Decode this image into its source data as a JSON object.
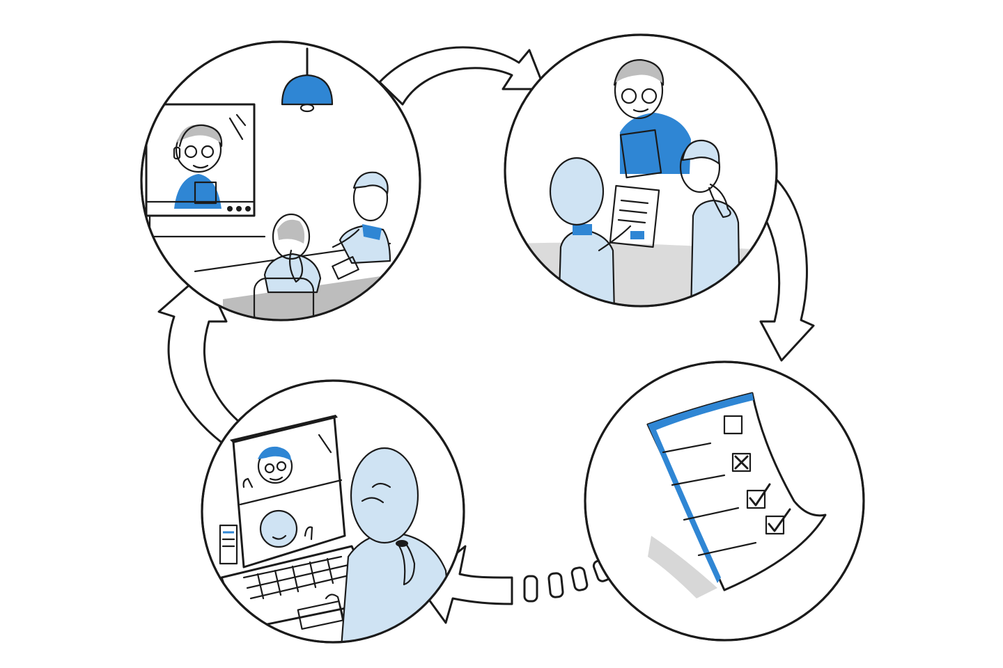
{
  "colors": {
    "accent": "#2f86d4",
    "light_blue": "#cfe3f3",
    "grey": "#bdbdbd",
    "ink": "#1b1b1b"
  },
  "scenes": [
    {
      "id": "video-meeting-room",
      "icon": "conference-room-video-call-scene"
    },
    {
      "id": "group-reviewing-documents",
      "icon": "team-discussion-scene"
    },
    {
      "id": "checklist",
      "icon": "checklist-document-icon"
    },
    {
      "id": "laptop-video-call",
      "icon": "laptop-video-call-scene"
    }
  ],
  "checklist": {
    "items": [
      {
        "state": "empty"
      },
      {
        "state": "cross"
      },
      {
        "state": "check"
      },
      {
        "state": "check"
      }
    ]
  }
}
